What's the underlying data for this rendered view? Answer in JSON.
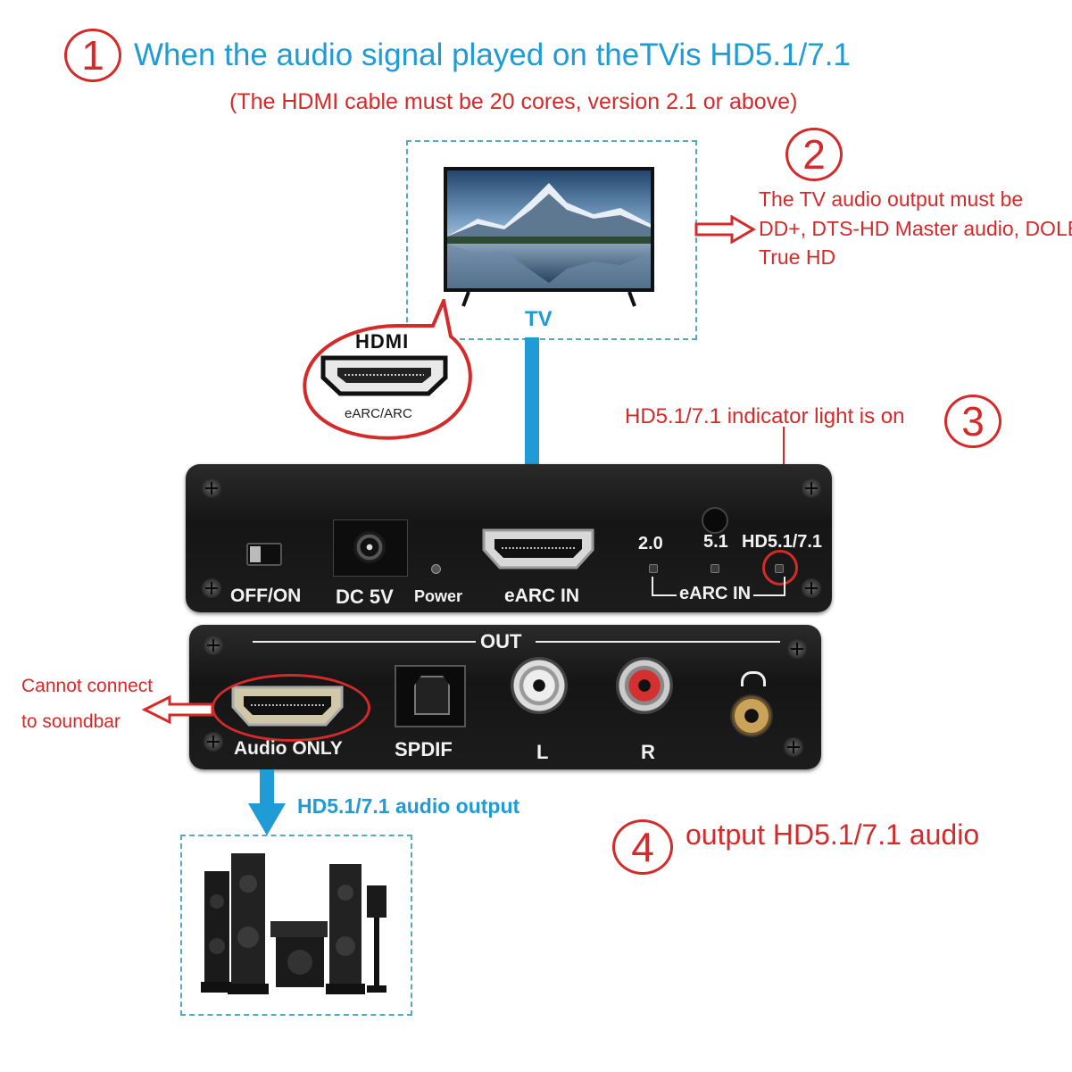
{
  "step1": {
    "number": "1",
    "title": "When the audio signal played on theTVis HD5.1/7.1",
    "note": "(The HDMI cable must be 20 cores, version 2.1 or above)"
  },
  "step2": {
    "number": "2",
    "line1": "The TV audio output must be",
    "line2": "DD+, DTS-HD Master audio, DOLBY",
    "line3": "True HD"
  },
  "step3": {
    "number": "3",
    "label": "HD5.1/7.1 indicator light is on"
  },
  "step4": {
    "number": "4",
    "label": "output HD5.1/7.1 audio"
  },
  "tv": {
    "label": "TV"
  },
  "hdmi_callout": {
    "logo": "HDMI",
    "caption": "eARC/ARC"
  },
  "front_panel": {
    "switch": "OFF/ON",
    "dc": "DC 5V",
    "power": "Power",
    "earc_in": "eARC IN",
    "led_20": "2.0",
    "led_51": "5.1",
    "led_hd": "HD5.1/7.1",
    "earc_group": "eARC IN"
  },
  "rear_panel": {
    "out": "OUT",
    "audio_only": "Audio ONLY",
    "spdif": "SPDIF",
    "left": "L",
    "right": "R"
  },
  "soundbar_note": {
    "line1": "Cannot connect",
    "line2": "to soundbar"
  },
  "audio_output": {
    "label": "HD5.1/7.1 audio output"
  },
  "colors": {
    "accent_red": "#d42a2a",
    "accent_blue": "#1f9bd6",
    "dash_teal": "#59a9bd"
  }
}
